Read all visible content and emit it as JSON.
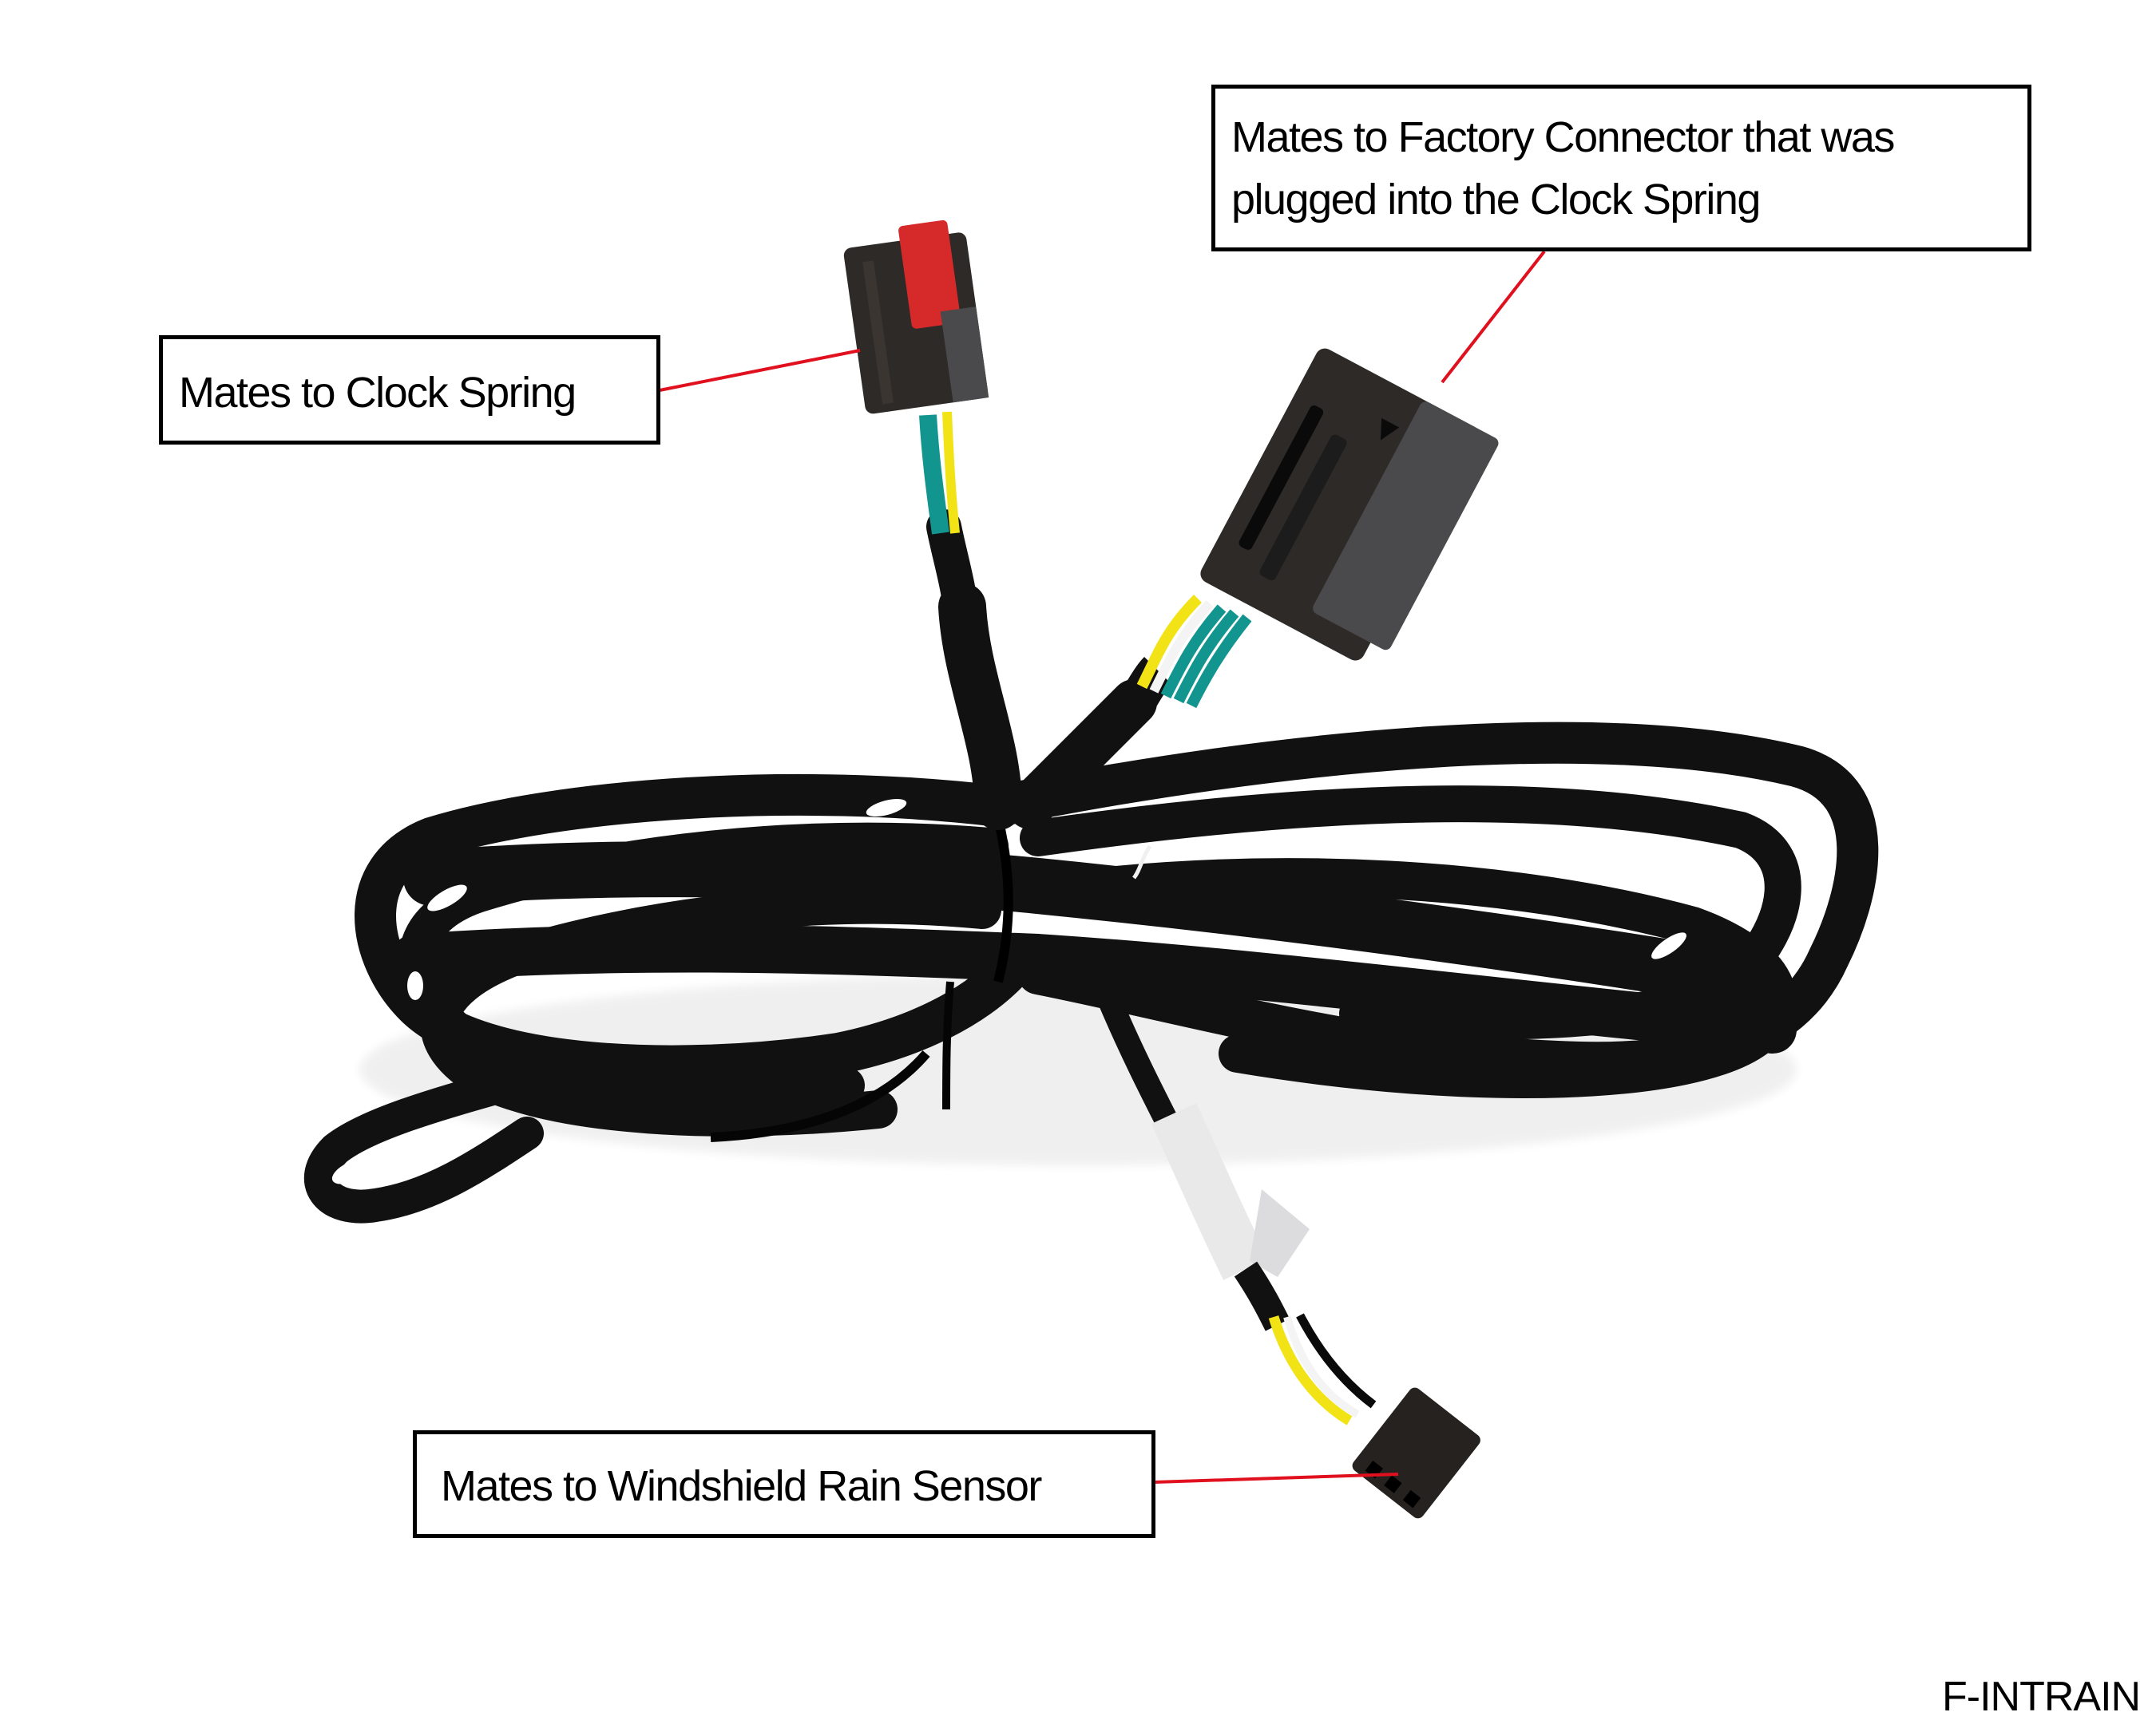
{
  "figure": {
    "type": "product-callout-diagram",
    "subject": "wiring harness with braided black sleeve"
  },
  "callouts": [
    {
      "id": "clock-spring",
      "lines": [
        "Mates to Clock Spring"
      ],
      "target": "clock-spring-connector",
      "leader_color": "#e0101e"
    },
    {
      "id": "factory-connector",
      "lines": [
        "Mates to Factory Connector that was",
        "plugged into the Clock Spring"
      ],
      "target": "factory-connector",
      "leader_color": "#e0101e"
    },
    {
      "id": "rain-sensor",
      "lines": [
        "Mates to Windshield Rain Sensor"
      ],
      "target": "rain-sensor-connector",
      "leader_color": "#e0101e"
    }
  ],
  "brand": {
    "label": "F-INTRAIN"
  },
  "colors": {
    "background": "#ffffff",
    "callout_border": "#000000",
    "leader_line": "#e0101e",
    "sleeve": "#111111",
    "connector_body": "#2e2a27",
    "connector_grey": "#4a4a4c",
    "latch_red": "#d62a2a",
    "wire_teal": "#13958f",
    "wire_yellow": "#f2e316",
    "wire_white": "#f4f4f4",
    "label_sticker": "#e9e9ea"
  },
  "components": {
    "clock_spring_connector": {
      "wires": [
        "teal",
        "yellow"
      ],
      "latch": "red"
    },
    "factory_connector": {
      "wires": [
        "yellow",
        "white",
        "teal",
        "teal",
        "teal"
      ]
    },
    "rain_sensor_connector": {
      "wires": [
        "yellow",
        "white",
        "black"
      ],
      "pins": 3
    }
  }
}
